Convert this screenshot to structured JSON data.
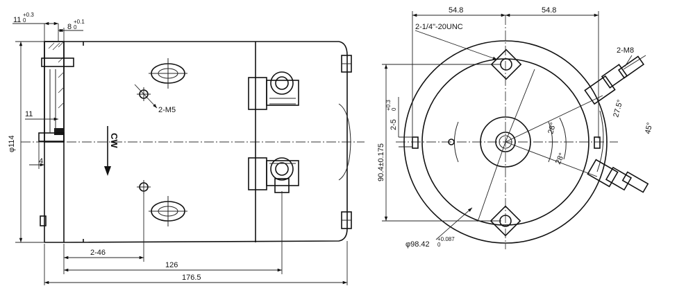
{
  "side_view": {
    "dim_11_tol": "11",
    "dim_11_tol_sup": "+0.3",
    "dim_11_tol_sub": "0",
    "dim_8_tol": "8",
    "dim_8_tol_sup": "+0.1",
    "dim_8_tol_sub": "0",
    "dim_11": "11",
    "dim_dia114": "φ114",
    "dim_4": "4",
    "label_2m5": "2-M5",
    "label_cw": "CW",
    "dim_2_46": "2-46",
    "dim_126": "126",
    "dim_176_5": "176.5"
  },
  "end_view": {
    "dim_54_8_left": "54.8",
    "dim_54_8_right": "54.8",
    "label_unc": "2-1/4\"-20UNC",
    "label_2m8": "2-M8",
    "dim_90_4": "90.4±0.175",
    "dim_2_5": "2-5",
    "dim_2_5_sup": "+0.3",
    "dim_2_5_sub": "0",
    "angle_27_5": "27.5°",
    "angle_45": "45°",
    "angle_28_upper": "28°",
    "angle_28_lower": "28°",
    "dim_dia98": "φ98.42",
    "dim_dia98_sup": "+0.087",
    "dim_dia98_sub": "0"
  }
}
